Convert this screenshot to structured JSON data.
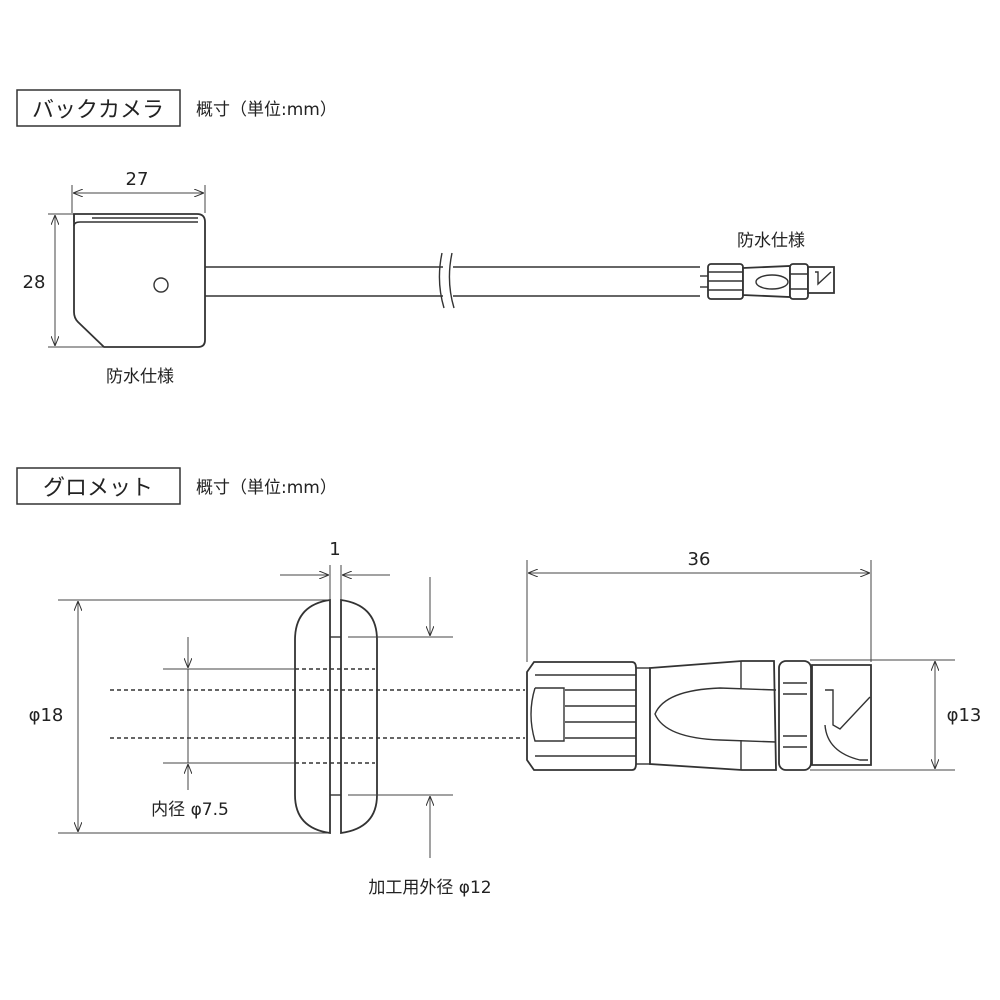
{
  "camera_section": {
    "title": "バックカメラ",
    "units_note": "概寸（単位:mm）",
    "width_dim": "27",
    "height_dim": "28",
    "waterproof_label_camera": "防水仕様",
    "waterproof_label_connector": "防水仕様"
  },
  "grommet_section": {
    "title": "グロメット",
    "units_note": "概寸（単位:mm）",
    "thickness_dim": "1",
    "outer_diameter_dim": "φ18",
    "inner_diameter_label": "内径 φ7.5",
    "mounting_hole_label": "加工用外径 φ12",
    "connector_length_dim": "36",
    "connector_diameter_dim": "φ13"
  }
}
